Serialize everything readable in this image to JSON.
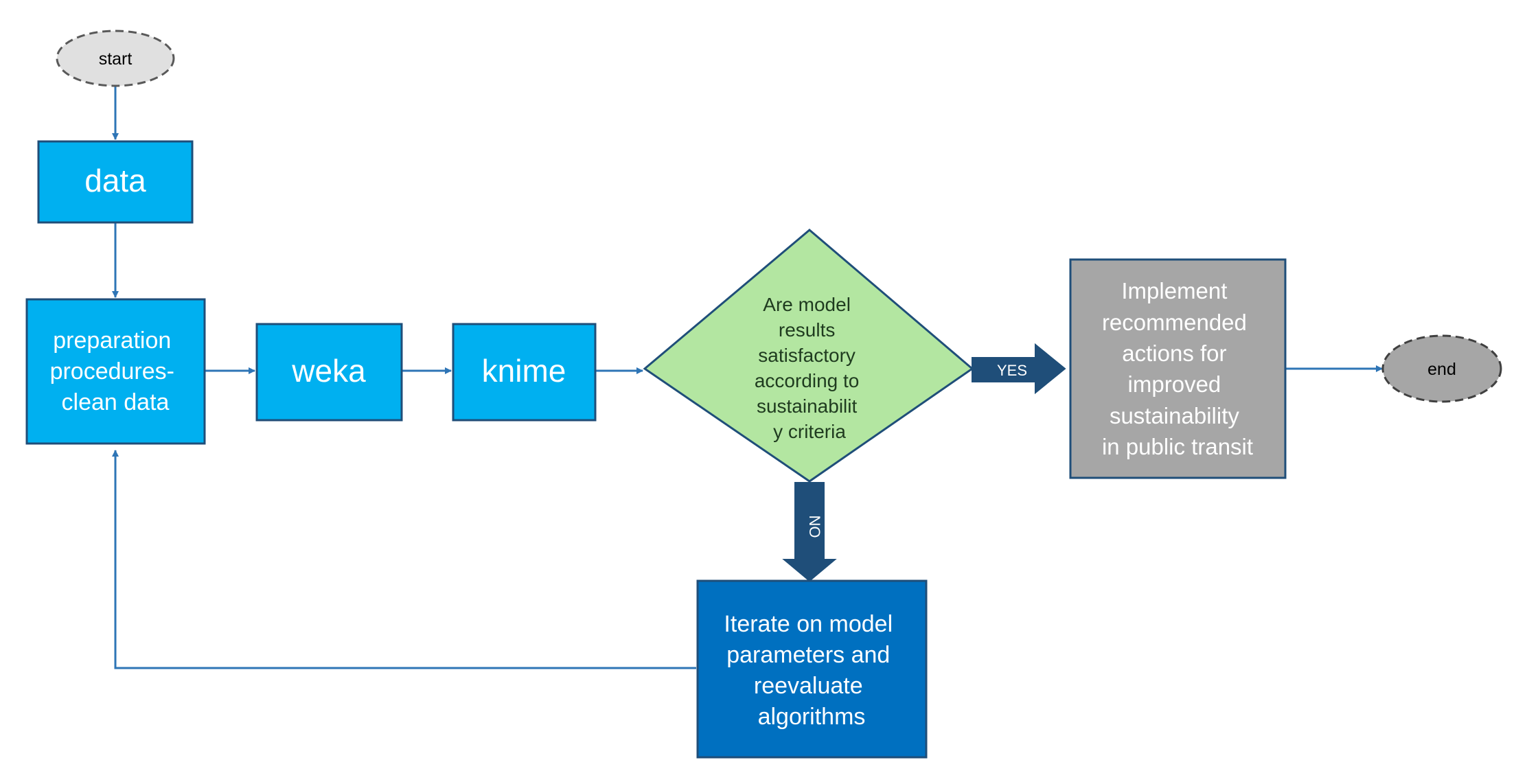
{
  "nodes": {
    "start": {
      "label": "start"
    },
    "data": {
      "label": "data"
    },
    "prep": {
      "lines": [
        "preparation",
        "procedures-",
        "clean data"
      ]
    },
    "weka": {
      "label": "weka"
    },
    "knime": {
      "label": "knime"
    },
    "decision": {
      "lines": [
        "Are model",
        "results",
        "satisfactory",
        "according to",
        "sustainabilit",
        "y criteria"
      ]
    },
    "implement": {
      "lines": [
        "Implement",
        "recommended",
        "actions for",
        "improved",
        "sustainability",
        "in public transit"
      ]
    },
    "iterate": {
      "lines": [
        "Iterate on model",
        "parameters and",
        "reevaluate",
        "algorithms"
      ]
    },
    "end": {
      "label": "end"
    }
  },
  "edges": {
    "yes_label": "YES",
    "no_label": "NO"
  },
  "colors": {
    "light_blue": "#00b0f0",
    "light_blue_border": "#1f4e79",
    "dark_blue": "#0070c0",
    "green": "#b3e6a1",
    "gray_box": "#a6a6a6",
    "terminal_light": "#e0e0e0",
    "terminal_dark": "#a6a6a6",
    "arrow_navy": "#1f4e79",
    "connector": "#2e75b6"
  }
}
